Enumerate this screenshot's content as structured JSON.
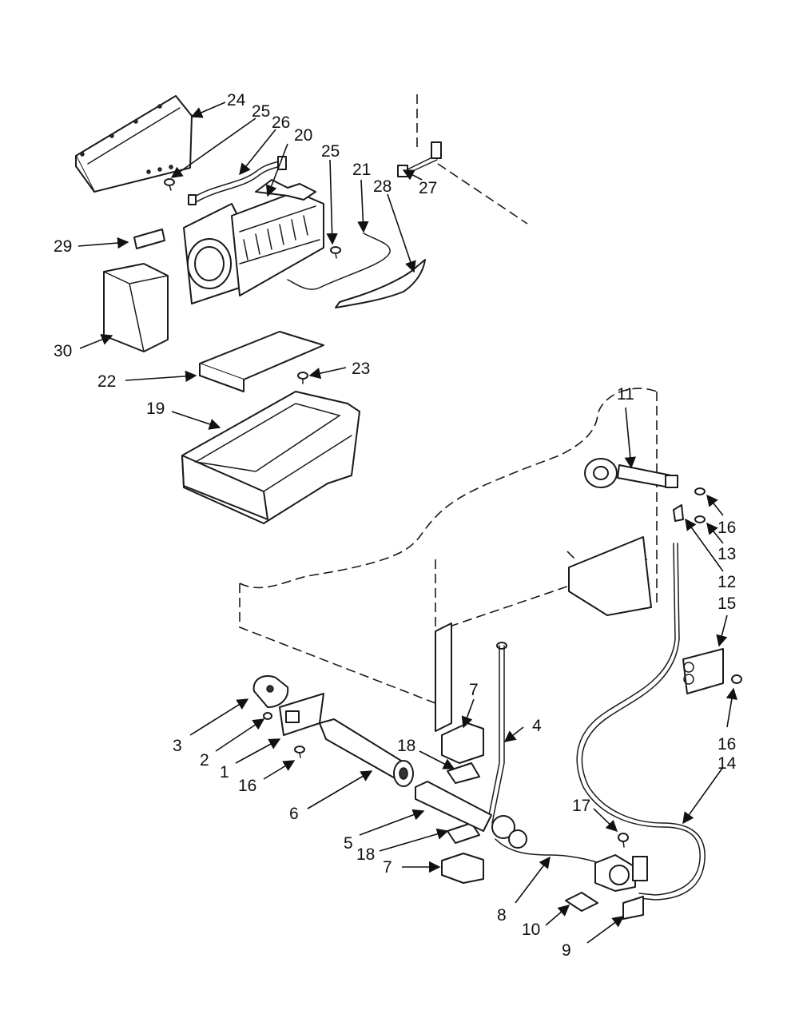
{
  "diagram": {
    "callouts": [
      "24",
      "25",
      "26",
      "20",
      "25",
      "21",
      "28",
      "27",
      "29",
      "30",
      "22",
      "23",
      "19",
      "11",
      "16",
      "13",
      "12",
      "15",
      "16",
      "14",
      "7",
      "4",
      "18",
      "3",
      "2",
      "1",
      "16",
      "6",
      "5",
      "18",
      "7",
      "17",
      "8",
      "10",
      "9"
    ]
  }
}
